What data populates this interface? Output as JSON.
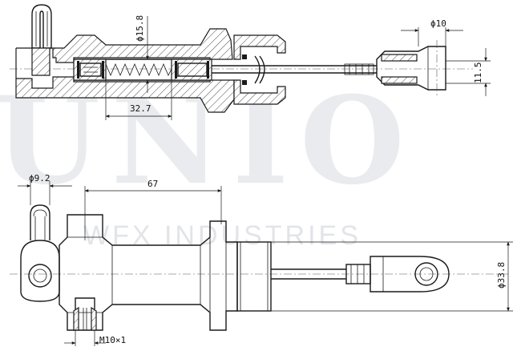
{
  "watermark": {
    "brand": "UNIO",
    "company": "WFX INDUSTRIES"
  },
  "top_view": {
    "dimensions": {
      "bore_diameter": "ϕ15.8",
      "piston_length": "32.7",
      "pin_diameter": "ϕ10",
      "clevis_width": "11.5"
    }
  },
  "bottom_view": {
    "dimensions": {
      "inlet_diameter": "ϕ9.2",
      "overall_length": "67",
      "body_diameter": "ϕ33.8",
      "outlet_thread": "M10×1"
    }
  },
  "colors": {
    "line": "#1a1a1a",
    "watermark": "#e9ebee"
  }
}
